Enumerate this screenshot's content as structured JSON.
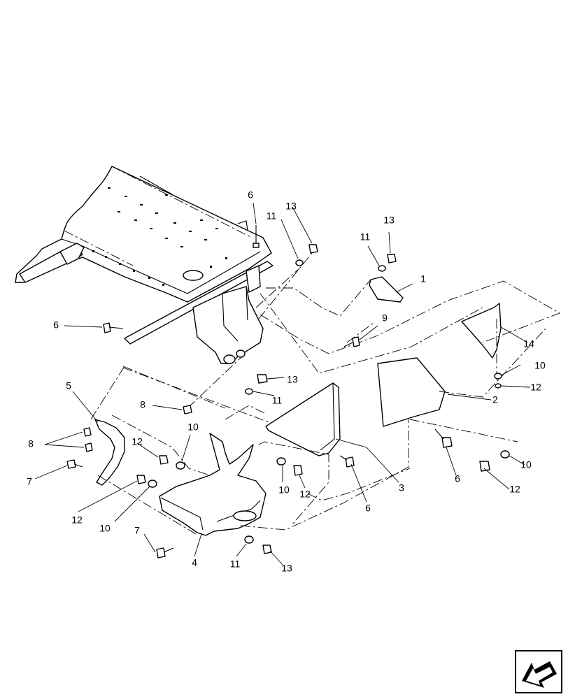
{
  "diagram": {
    "callouts": [
      "1",
      "2",
      "3",
      "4",
      "5",
      "6",
      "6",
      "6",
      "6",
      "7",
      "7",
      "8",
      "8",
      "9",
      "10",
      "10",
      "10",
      "10",
      "10",
      "11",
      "11",
      "11",
      "11",
      "12",
      "12",
      "12",
      "12",
      "12",
      "13",
      "13",
      "13",
      "13",
      "14"
    ]
  },
  "nav_button": {
    "icon": "arrow-down-left-icon"
  }
}
